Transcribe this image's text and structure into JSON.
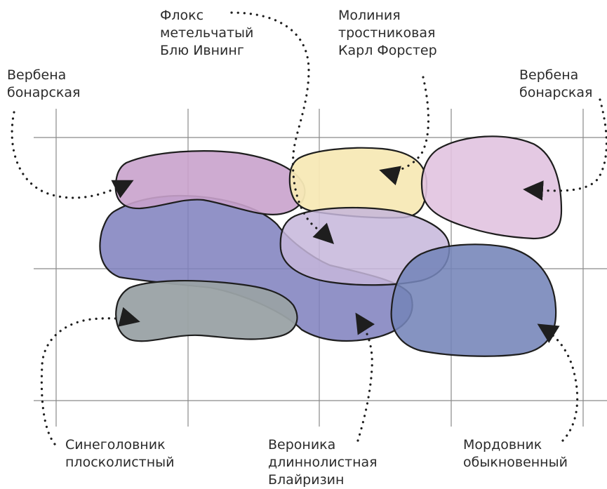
{
  "plants": {
    "verbena_left": {
      "lines": [
        "Вербена",
        "бонарская"
      ],
      "color": "#c9a2cc"
    },
    "phlox": {
      "lines": [
        "Флокс",
        "метельчатый",
        "Блю Ивнинг"
      ],
      "color": "#c6b6da"
    },
    "molinia": {
      "lines": [
        "Молиния",
        "тростниковая",
        "Карл Форстер"
      ],
      "color": "#f7e9b6"
    },
    "verbena_right": {
      "lines": [
        "Вербена",
        "бонарская"
      ],
      "color": "#e1c3e0"
    },
    "veronica_large": {
      "color": "#7e7fbd"
    },
    "nepeta": {
      "lines": [
        "Синеголовник",
        "плосколистный"
      ],
      "color": "#9aa2a5"
    },
    "veronica": {
      "lines": [
        "Вероника",
        "длиннолистная",
        "Блайризин"
      ],
      "color": "#8b8bc8"
    },
    "echinops": {
      "lines": [
        "Мордовник",
        "обыкновенный"
      ],
      "color": "#7484b8"
    }
  },
  "colors": {
    "grid": "#8a8a8a",
    "outline": "#1e1e1e",
    "leader": "#1e1e1e",
    "text": "#2b2b2b"
  }
}
